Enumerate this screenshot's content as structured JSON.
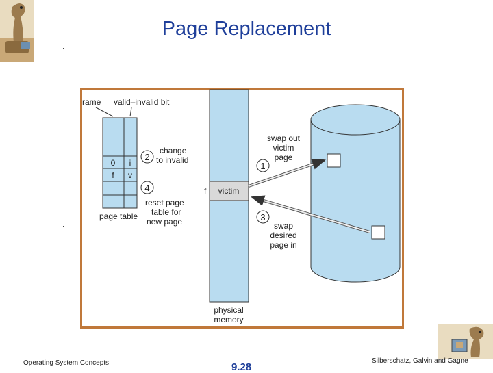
{
  "slide": {
    "title": "Page Replacement",
    "footer_left": "Operating System Concepts",
    "page_number": "9.28",
    "footer_right": "Silberschatz, Galvin and Gagne"
  },
  "diagram": {
    "label_frame": "rame",
    "label_valid_bit": "valid–invalid bit",
    "page_table_label": "page table",
    "rows": [
      {
        "frame": "",
        "bit": ""
      },
      {
        "frame": "",
        "bit": ""
      },
      {
        "frame": "0",
        "bit": "i"
      },
      {
        "frame": "f",
        "bit": "v"
      },
      {
        "frame": "",
        "bit": ""
      },
      {
        "frame": "",
        "bit": ""
      }
    ],
    "steps": [
      {
        "number": "2",
        "text": [
          "change",
          "to invalid"
        ]
      },
      {
        "number": "4",
        "text": [
          "reset page",
          "table for",
          "new page"
        ]
      },
      {
        "number": "1",
        "text": [
          "swap out",
          "victim",
          "page"
        ]
      },
      {
        "number": "3",
        "text": [
          "swap",
          "desired",
          "page in"
        ]
      }
    ],
    "memory_frame_label": "f",
    "victim_label": "victim",
    "physical_memory_label": [
      "physical",
      "memory"
    ],
    "colors": {
      "cylinder_fill": "#b9dcf0",
      "memory_fill": "#b9dcf0",
      "victim_fill": "#d9d9d9",
      "frame_border": "#c0783a",
      "title": "#1f3f9a"
    }
  },
  "icons": [
    "dinosaur-logo-icon",
    "dinosaur-footer-icon"
  ]
}
